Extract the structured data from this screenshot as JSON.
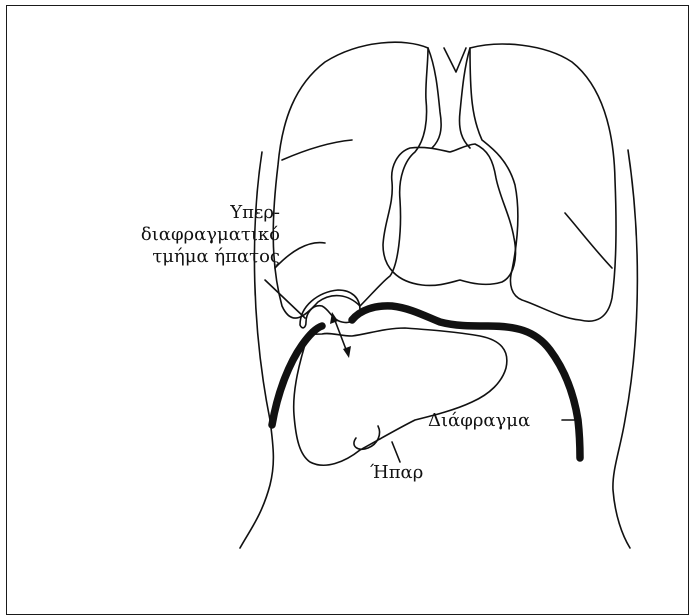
{
  "labels": {
    "supradiaphragmatic_line1": "Υπερ-",
    "supradiaphragmatic_line2": "διαφραγματικό",
    "supradiaphragmatic_line3": "τμήμα ήπατος",
    "diaphragm": "Διάφραγμα",
    "liver": "Ήπαρ"
  },
  "colors": {
    "ink": "#111111",
    "background": "#ffffff"
  }
}
